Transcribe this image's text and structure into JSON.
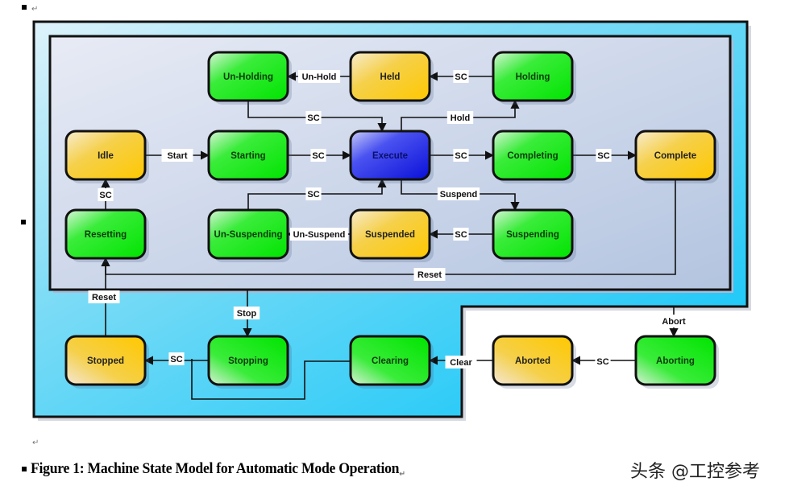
{
  "document": {
    "caption": "Figure 1: Machine State Model for Automatic Mode Operation",
    "watermark": "头条 @工控参考",
    "paragraph_mark": "↵"
  },
  "colors": {
    "outer_frame": "#12c8f6",
    "inner_panel": "#c5d1e6",
    "state_acting": "#1fe61f",
    "state_waiting": "#f6c51e",
    "state_execute": "#1a23e6",
    "line": "#111111"
  },
  "states": [
    {
      "id": "un-holding",
      "label": "Un-Holding",
      "type": "acting",
      "col": 1,
      "row": 0
    },
    {
      "id": "held",
      "label": "Held",
      "type": "waiting",
      "col": 2,
      "row": 0
    },
    {
      "id": "holding",
      "label": "Holding",
      "type": "acting",
      "col": 3,
      "row": 0
    },
    {
      "id": "idle",
      "label": "Idle",
      "type": "waiting",
      "col": 0,
      "row": 1
    },
    {
      "id": "starting",
      "label": "Starting",
      "type": "acting",
      "col": 1,
      "row": 1
    },
    {
      "id": "execute",
      "label": "Execute",
      "type": "execute",
      "col": 2,
      "row": 1
    },
    {
      "id": "completing",
      "label": "Completing",
      "type": "acting",
      "col": 3,
      "row": 1
    },
    {
      "id": "complete",
      "label": "Complete",
      "type": "waiting",
      "col": 4,
      "row": 1
    },
    {
      "id": "resetting",
      "label": "Resetting",
      "type": "acting",
      "col": 0,
      "row": 2
    },
    {
      "id": "un-suspending",
      "label": "Un-Suspending",
      "type": "acting",
      "col": 1,
      "row": 2
    },
    {
      "id": "suspended",
      "label": "Suspended",
      "type": "waiting",
      "col": 2,
      "row": 2
    },
    {
      "id": "suspending",
      "label": "Suspending",
      "type": "acting",
      "col": 3,
      "row": 2
    },
    {
      "id": "stopped",
      "label": "Stopped",
      "type": "waiting",
      "col": 0,
      "row": 3
    },
    {
      "id": "stopping",
      "label": "Stopping",
      "type": "acting",
      "col": 1,
      "row": 3
    },
    {
      "id": "clearing",
      "label": "Clearing",
      "type": "acting",
      "col": 2,
      "row": 3
    },
    {
      "id": "aborted",
      "label": "Aborted",
      "type": "waiting",
      "col": 3,
      "row": 3
    },
    {
      "id": "aborting",
      "label": "Aborting",
      "type": "acting",
      "col": 4,
      "row": 3
    }
  ],
  "transitions": [
    {
      "id": "holding-held",
      "from": "holding",
      "to": "held",
      "label": "SC"
    },
    {
      "id": "held-unholding",
      "from": "held",
      "to": "un-holding",
      "label": "Un-Hold"
    },
    {
      "id": "unholding-execute",
      "from": "un-holding",
      "to": "execute",
      "label": "SC"
    },
    {
      "id": "execute-holding",
      "from": "execute",
      "to": "holding",
      "label": "Hold"
    },
    {
      "id": "idle-starting",
      "from": "idle",
      "to": "starting",
      "label": "Start"
    },
    {
      "id": "starting-execute",
      "from": "starting",
      "to": "execute",
      "label": "SC"
    },
    {
      "id": "execute-completing",
      "from": "execute",
      "to": "completing",
      "label": "SC"
    },
    {
      "id": "completing-complete",
      "from": "completing",
      "to": "complete",
      "label": "SC"
    },
    {
      "id": "resetting-idle",
      "from": "resetting",
      "to": "idle",
      "label": "SC"
    },
    {
      "id": "unsuspending-execute",
      "from": "un-suspending",
      "to": "execute",
      "label": "SC"
    },
    {
      "id": "execute-suspending",
      "from": "execute",
      "to": "suspending",
      "label": "Suspend"
    },
    {
      "id": "suspending-suspended",
      "from": "suspending",
      "to": "suspended",
      "label": "SC"
    },
    {
      "id": "suspended-unsuspending",
      "from": "suspended",
      "to": "un-suspending",
      "label": "Un-Suspend"
    },
    {
      "id": "complete-resetting",
      "from": "complete",
      "to": "resetting",
      "label": "Reset"
    },
    {
      "id": "stopped-resetting",
      "from": "stopped",
      "to": "resetting",
      "label": "Reset"
    },
    {
      "id": "panel-stopping",
      "from": "inner-panel",
      "to": "stopping",
      "label": "Stop"
    },
    {
      "id": "stopping-stopped",
      "from": "stopping",
      "to": "stopped",
      "label": "SC"
    },
    {
      "id": "clearing-stopping-branch",
      "from": "clearing",
      "to": "stopped",
      "label": ""
    },
    {
      "id": "aborted-clearing",
      "from": "aborted",
      "to": "clearing",
      "label": "Clear"
    },
    {
      "id": "aborting-aborted",
      "from": "aborting",
      "to": "aborted",
      "label": "SC"
    },
    {
      "id": "frame-aborting",
      "from": "outer-frame",
      "to": "aborting",
      "label": "Abort"
    }
  ]
}
